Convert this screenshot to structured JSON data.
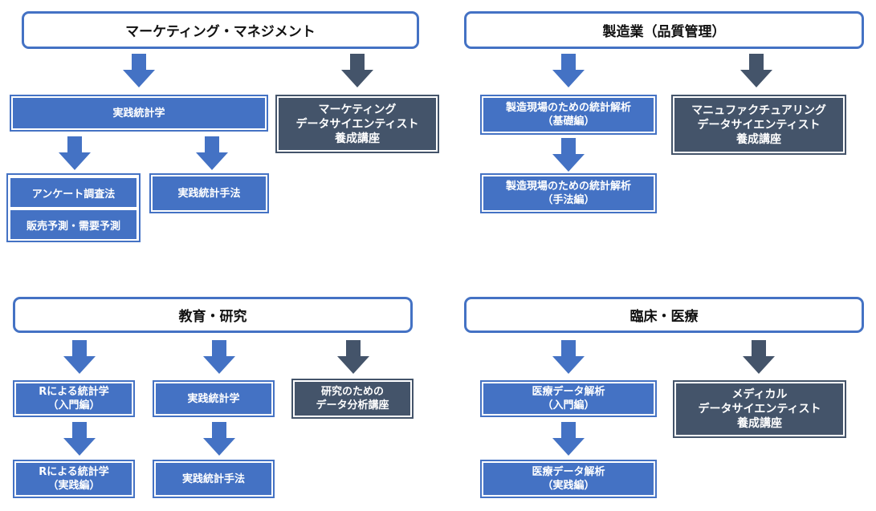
{
  "colors": {
    "blue": "#4472c4",
    "dark": "#44546a",
    "header_border": "#4472c4"
  },
  "marketing": {
    "title": "マーケティング・マネジメント",
    "practical_stats": "実践統計学",
    "survey": "アンケート調査法",
    "forecast": "販売予測・需要予測",
    "methods": "実践統計手法",
    "ds_course": [
      "マーケティング",
      "データサイエンティスト",
      "養成講座"
    ]
  },
  "manufacturing": {
    "title": "製造業（品質管理）",
    "basic": [
      "製造現場のための統計解析",
      "（基礎編）"
    ],
    "method": [
      "製造現場のための統計解析",
      "（手法編）"
    ],
    "ds_course": [
      "マニュファクチュアリング",
      "データサイエンティスト",
      "養成講座"
    ]
  },
  "education": {
    "title": "教育・研究",
    "r_intro": [
      "Rによる統計学",
      "（入門編）"
    ],
    "r_practice": [
      "Rによる統計学",
      "（実践編）"
    ],
    "practical_stats": "実践統計学",
    "methods": "実践統計手法",
    "research_course": [
      "研究のための",
      "データ分析講座"
    ]
  },
  "clinical": {
    "title": "臨床・医療",
    "intro": [
      "医療データ解析",
      "（入門編）"
    ],
    "practice": [
      "医療データ解析",
      "（実践編）"
    ],
    "ds_course": [
      "メディカル",
      "データサイエンティスト",
      "養成講座"
    ]
  }
}
